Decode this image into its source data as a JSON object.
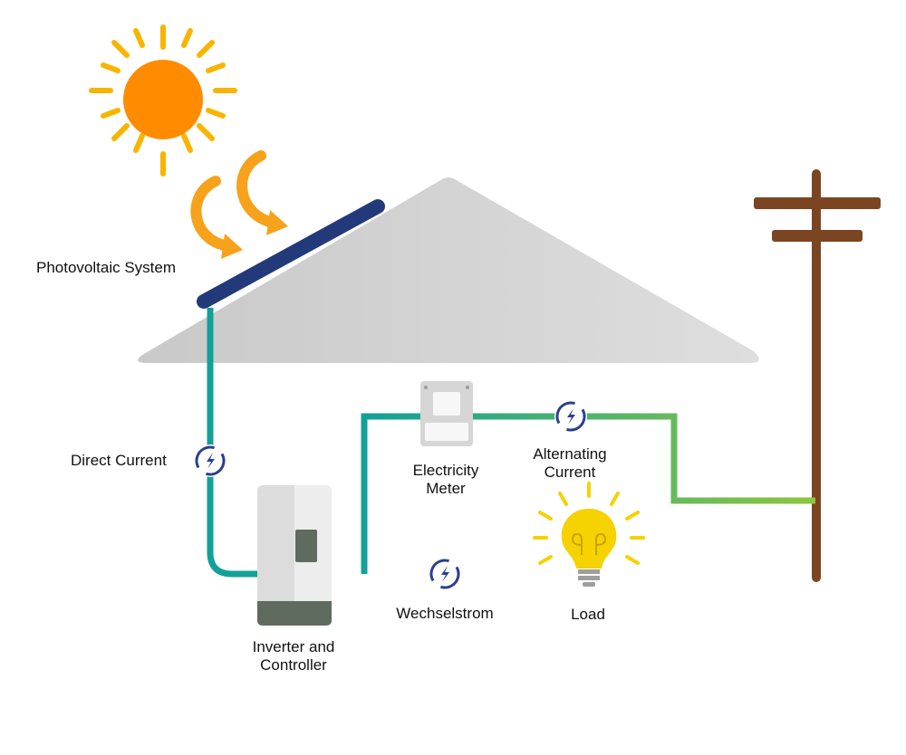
{
  "labels": {
    "photovoltaic_system": "Photovoltaic System",
    "direct_current": "Direct Current",
    "electricity_meter_line1": "Electricity",
    "electricity_meter_line2": "Meter",
    "alternating_current_line1": "Alternating",
    "alternating_current_line2": "Current",
    "wechselstrom": "Wechselstrom",
    "load": "Load",
    "inverter_line1": "Inverter and",
    "inverter_line2": "Controller"
  },
  "colors": {
    "sun": "#FF8C00",
    "sun_rays": "#F7B500",
    "sun_arrows": "#F7A21B",
    "roof": "#D3D3D3",
    "solar_panel": "#233A7A",
    "dc_wire": "#13A09A",
    "ac_wire_green": "#8CC63F",
    "utility_pole": "#7B4522",
    "current_symbol": "#2B3F8C",
    "inverter_body": "#E4E4E4",
    "inverter_base": "#5E6B5E",
    "meter_body": "#D6D6D6",
    "bulb": "#F5D200",
    "bulb_rays": "#F5D200"
  },
  "icons": {
    "sun": "sun-icon",
    "current": "current-cycle-icon",
    "bulb": "light-bulb-icon",
    "meter": "electricity-meter-icon",
    "inverter": "inverter-icon",
    "pole": "utility-pole-icon"
  }
}
